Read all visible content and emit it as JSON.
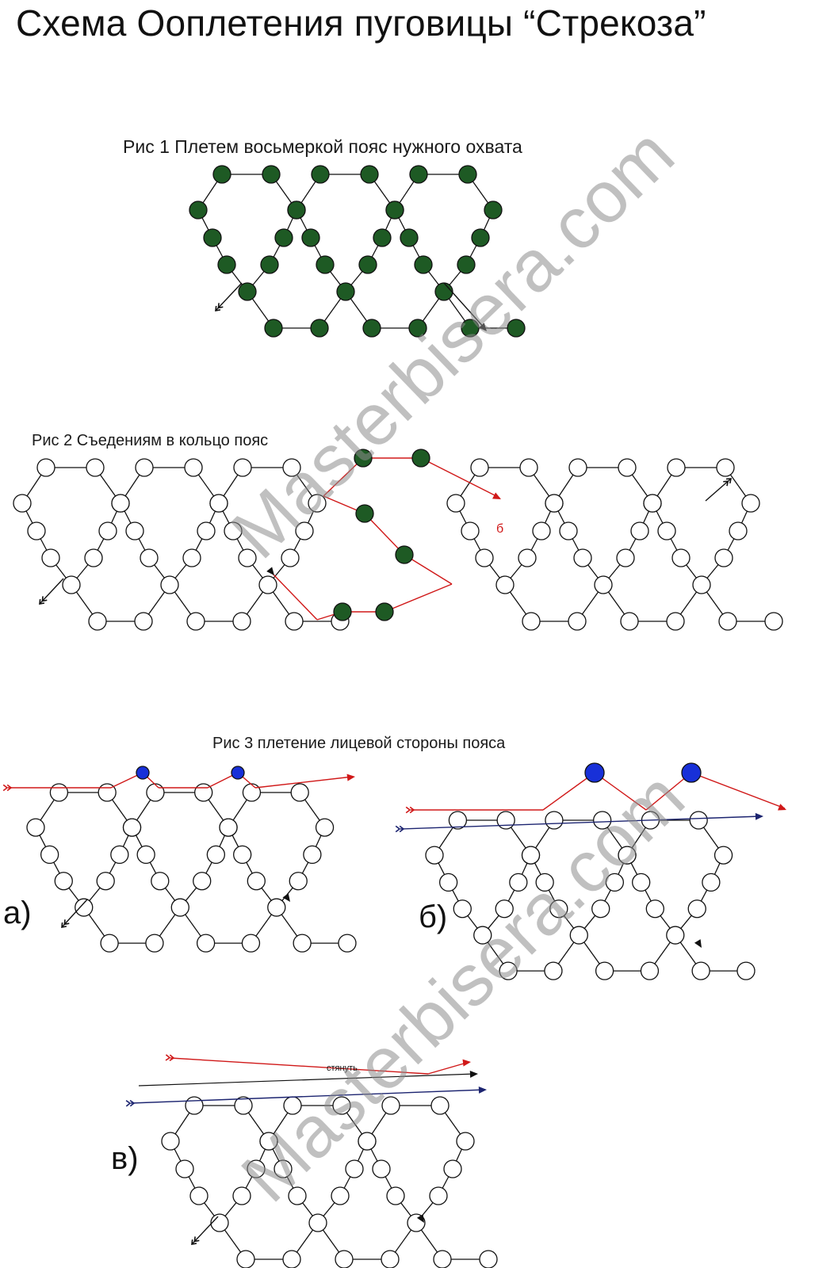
{
  "title": "Схема Ооплетения пуговицы “Стрекоза”",
  "figures": {
    "fig1": {
      "caption": "Рис 1 Плетем восьмеркой пояс нужного охвата"
    },
    "fig2": {
      "caption": "Рис 2 Съедениям в кольцо пояс",
      "marker": "б"
    },
    "fig3": {
      "caption": "Рис 3 плетение лицевой стороны пояса",
      "panels": [
        {
          "label": "а)"
        },
        {
          "label": "б)"
        },
        {
          "label": "в)",
          "note": "стянуть"
        }
      ]
    }
  },
  "watermark": "Masterbisera.com",
  "colors": {
    "bead_green": "#1e5a24",
    "bead_blue": "#1830d8",
    "thread_red": "#d01818",
    "thread_navy": "#1c2470",
    "outline": "#111111"
  }
}
